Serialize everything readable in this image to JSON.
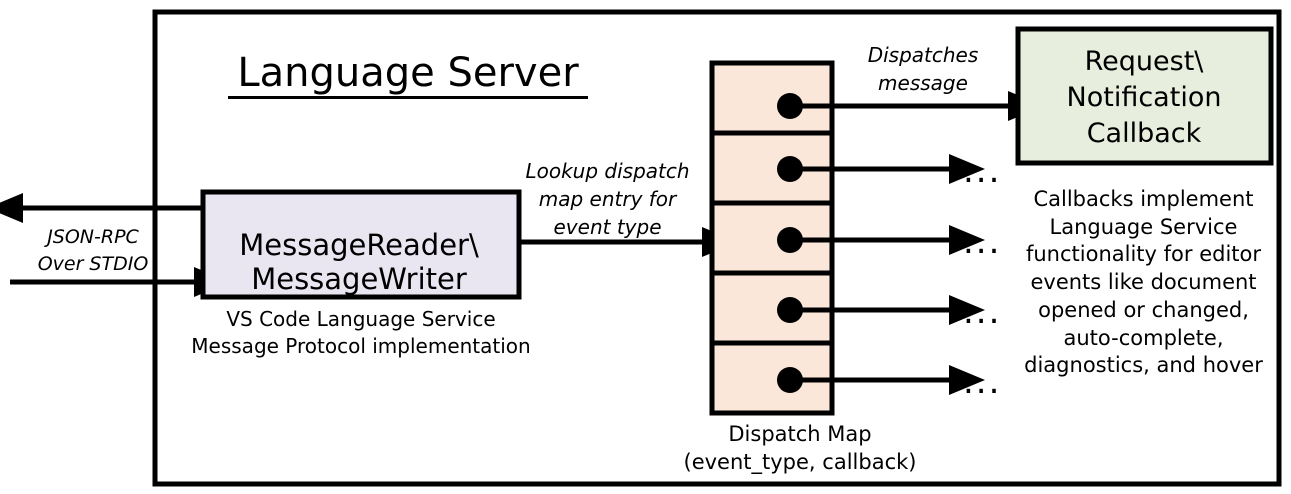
{
  "diagram": {
    "title": "Language Server",
    "outer_container_name": "language-server-boundary",
    "external_channel": {
      "label": "JSON-RPC\nOver STDIO",
      "inbound_arrow": "incoming-request-arrow",
      "outbound_arrow": "outgoing-response-arrow"
    },
    "message_io": {
      "box_label": "MessageReader\\\nMessageWriter",
      "caption": "VS Code Language Service\nMessage Protocol implementation",
      "fill": "#e9e6f1",
      "stroke": "#000000"
    },
    "lookup_edge": {
      "label": "Lookup dispatch\nmap entry for\nevent type"
    },
    "dispatch_map": {
      "caption": "Dispatch Map\n(event_type, callback)",
      "fill": "#fae7da",
      "stroke": "#000000",
      "rows": [
        {
          "index": 1,
          "has_dot": true,
          "target": "callback-box"
        },
        {
          "index": 2,
          "has_dot": true,
          "target": "ellipsis"
        },
        {
          "index": 3,
          "has_dot": true,
          "target": "ellipsis"
        },
        {
          "index": 4,
          "has_dot": true,
          "target": "ellipsis"
        },
        {
          "index": 5,
          "has_dot": true,
          "target": "ellipsis"
        }
      ],
      "ellipsis_glyph": "..."
    },
    "dispatch_edge": {
      "label": "Dispatches\nmessage"
    },
    "callback": {
      "box_label": "Request\\\nNotification\nCallback",
      "caption": "Callbacks implement\nLanguage Service\nfunctionality for editor\nevents like document\nopened or changed,\nauto-complete,\ndiagnostics, and hover",
      "fill": "#e8eedd",
      "stroke": "#000000"
    },
    "colors": {
      "background": "#ffffff",
      "line": "#000000",
      "lavender": "#e9e6f1",
      "peach": "#fae7da",
      "green": "#e8eedd"
    }
  }
}
